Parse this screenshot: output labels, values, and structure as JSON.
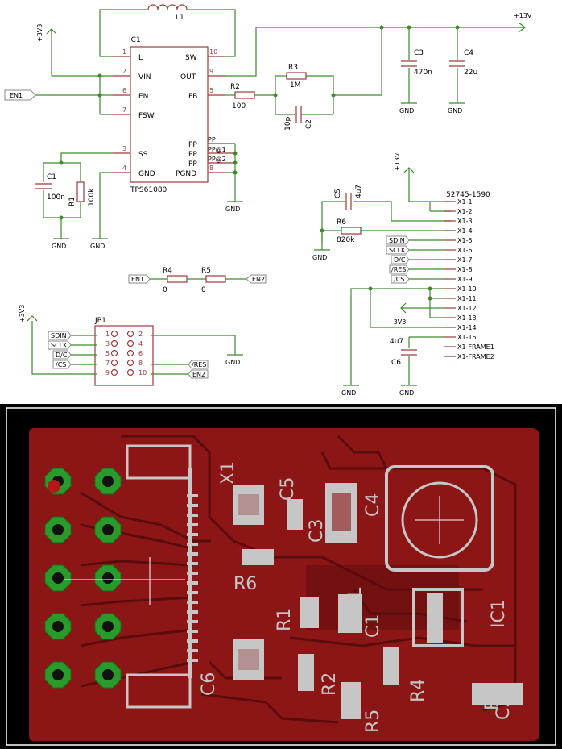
{
  "schematic": {
    "ic1": {
      "ref": "IC1",
      "part": "TPS61080",
      "left_pins": [
        {
          "name": "L",
          "num": "1"
        },
        {
          "name": "VIN",
          "num": "2"
        },
        {
          "name": "EN",
          "num": "6"
        },
        {
          "name": "FSW",
          "num": "7"
        },
        {
          "name": "SS",
          "num": "3"
        },
        {
          "name": "GND",
          "num": "4"
        }
      ],
      "right_pins": [
        {
          "name": "SW",
          "num": "10"
        },
        {
          "name": "OUT",
          "num": "9"
        },
        {
          "name": "FB",
          "num": "5"
        },
        {
          "name": "PP",
          "num": ""
        },
        {
          "name": "PP@1",
          "num": ""
        },
        {
          "name": "PP@2",
          "num": ""
        },
        {
          "name": "PGND",
          "num": "8"
        }
      ]
    },
    "inductor": {
      "ref": "L1"
    },
    "r1": {
      "ref": "R1",
      "value": "100k"
    },
    "r2": {
      "ref": "R2",
      "value": "100"
    },
    "r3": {
      "ref": "R3",
      "value": "1M"
    },
    "r4": {
      "ref": "R4",
      "value": "0"
    },
    "r5": {
      "ref": "R5",
      "value": "0"
    },
    "r6": {
      "ref": "R6",
      "value": "820k"
    },
    "c1": {
      "ref": "C1",
      "value": "100n"
    },
    "c2": {
      "ref": "C2",
      "value": "10p"
    },
    "c3": {
      "ref": "C3",
      "value": "470n"
    },
    "c4": {
      "ref": "C4",
      "value": "22u"
    },
    "c5": {
      "ref": "C5",
      "value": "4u7"
    },
    "c6": {
      "ref": "C6",
      "value": "4u7"
    },
    "supply_3v3": "+3V3",
    "supply_13v": "+13V",
    "gnd": "GND",
    "en1": "EN1",
    "en2": "EN2",
    "connector": {
      "part": "52745-1590",
      "pins": [
        "X1-1",
        "X1-2",
        "X1-3",
        "X1-4",
        "X1-5",
        "X1-6",
        "X1-7",
        "X1-8",
        "X1-9",
        "X1-10",
        "X1-11",
        "X1-12",
        "X1-13",
        "X1-14",
        "X1-15",
        "X1-FRAME1",
        "X1-FRAME2"
      ]
    },
    "signals": {
      "sdin": "SDIN",
      "sclk": "SCLK",
      "dc": "D/C",
      "res": "/RES",
      "cs": "/CS"
    },
    "jp1": {
      "ref": "JP1",
      "left_nums": [
        "1",
        "3",
        "5",
        "7",
        "9"
      ],
      "right_nums": [
        "2",
        "4",
        "6",
        "8",
        "10"
      ]
    }
  },
  "pcb": {
    "labels": {
      "x1": "X1",
      "c5": "C5",
      "c3": "C3",
      "c4": "C4",
      "r6": "R6",
      "l": "L",
      "r1": "R1",
      "c1": "C1",
      "ic1": "IC1",
      "c6": "C6",
      "r2": "R2",
      "r4": "R4",
      "r5": "R5",
      "r3": "R3",
      "c2": "C2"
    },
    "colors": {
      "board": "#8c1616",
      "copper_dark": "#5a0c0c",
      "silk": "#c6c6c6",
      "pad": "#2a9a2a",
      "bg": "#000000"
    }
  }
}
